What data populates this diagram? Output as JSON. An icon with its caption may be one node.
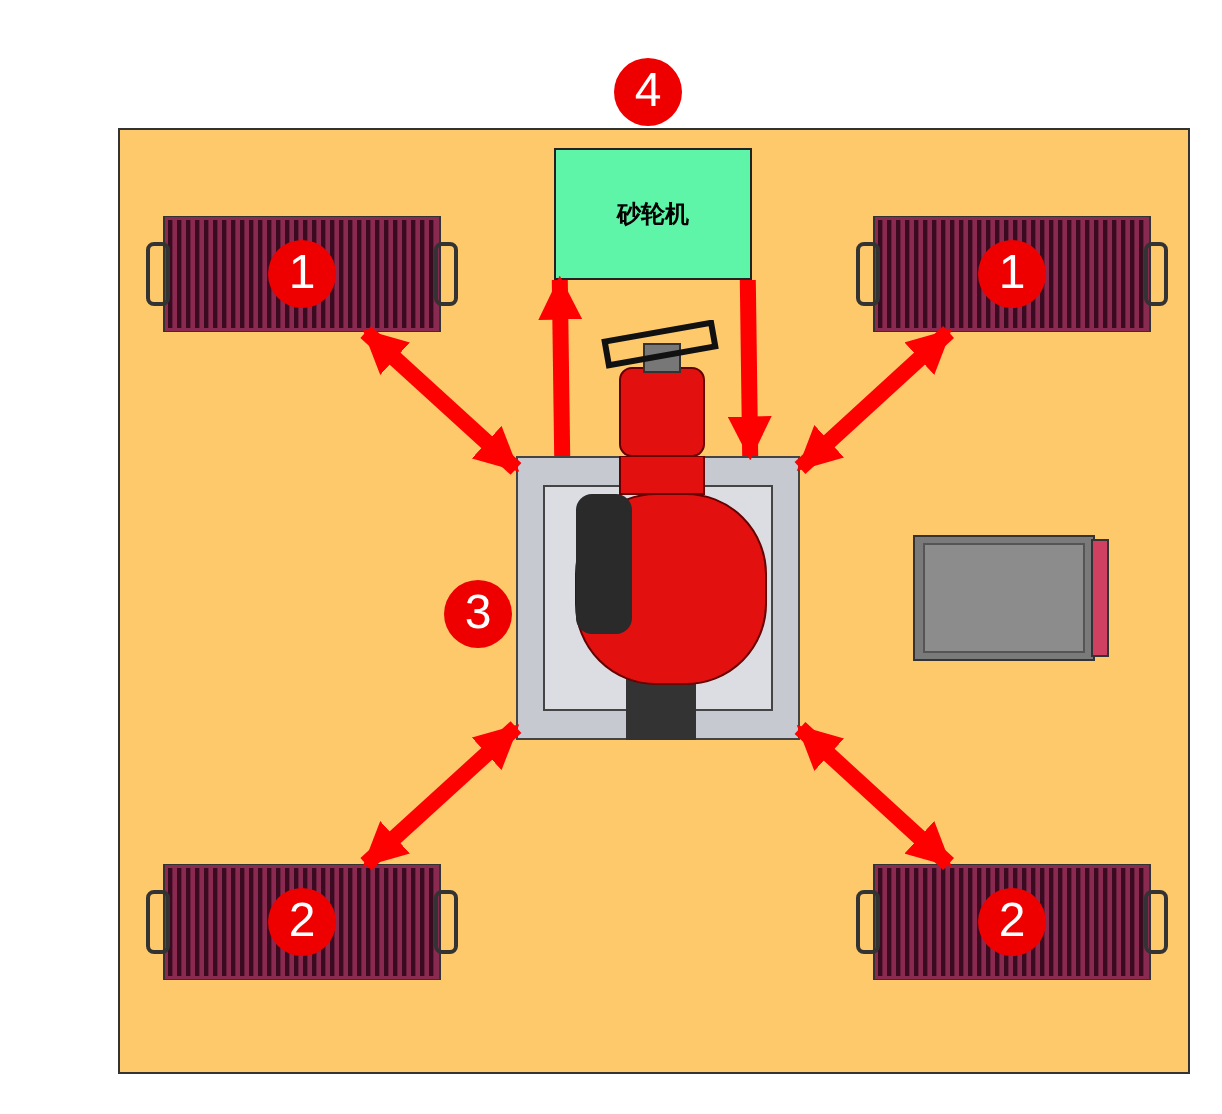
{
  "diagram": {
    "nodes": [
      {
        "text": [
          "1"
        ]
      },
      {
        "text": [
          "1"
        ]
      },
      {
        "text": [
          "4",
          "砂轮机"
        ]
      },
      {
        "text": [],
        "shape": "picture",
        "beside": [
          "3"
        ]
      },
      {
        "text": [
          "2"
        ]
      },
      {
        "text": [
          "2"
        ]
      }
    ],
    "edges": [
      {
        "from": 0,
        "to": 3,
        "arrow": "both"
      },
      {
        "from": 1,
        "to": 3,
        "arrow": "both"
      },
      {
        "from": 3,
        "to": 2,
        "arrow": "to"
      },
      {
        "from": 2,
        "to": 3,
        "arrow": "to"
      },
      {
        "from": 4,
        "to": 3,
        "arrow": "both"
      },
      {
        "from": 5,
        "to": 3,
        "arrow": "both"
      }
    ]
  }
}
